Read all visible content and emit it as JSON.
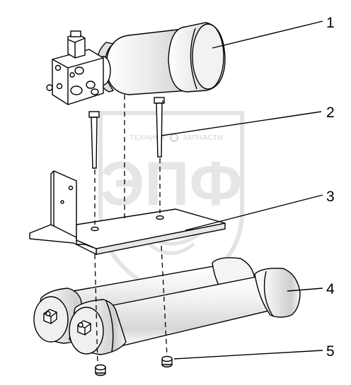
{
  "watermark": {
    "main": "ЭПФ",
    "left": "ТЕХНИКА",
    "right": "ЗАПЧАСТИ"
  },
  "callouts": [
    {
      "id": "1",
      "label": "1"
    },
    {
      "id": "2",
      "label": "2"
    },
    {
      "id": "3",
      "label": "3"
    },
    {
      "id": "4",
      "label": "4"
    },
    {
      "id": "5",
      "label": "5"
    }
  ],
  "colors": {
    "line": "#000000",
    "part_fill": "#ffffff",
    "shade": "#d9d9d9",
    "watermark": "#e6e6e6"
  }
}
